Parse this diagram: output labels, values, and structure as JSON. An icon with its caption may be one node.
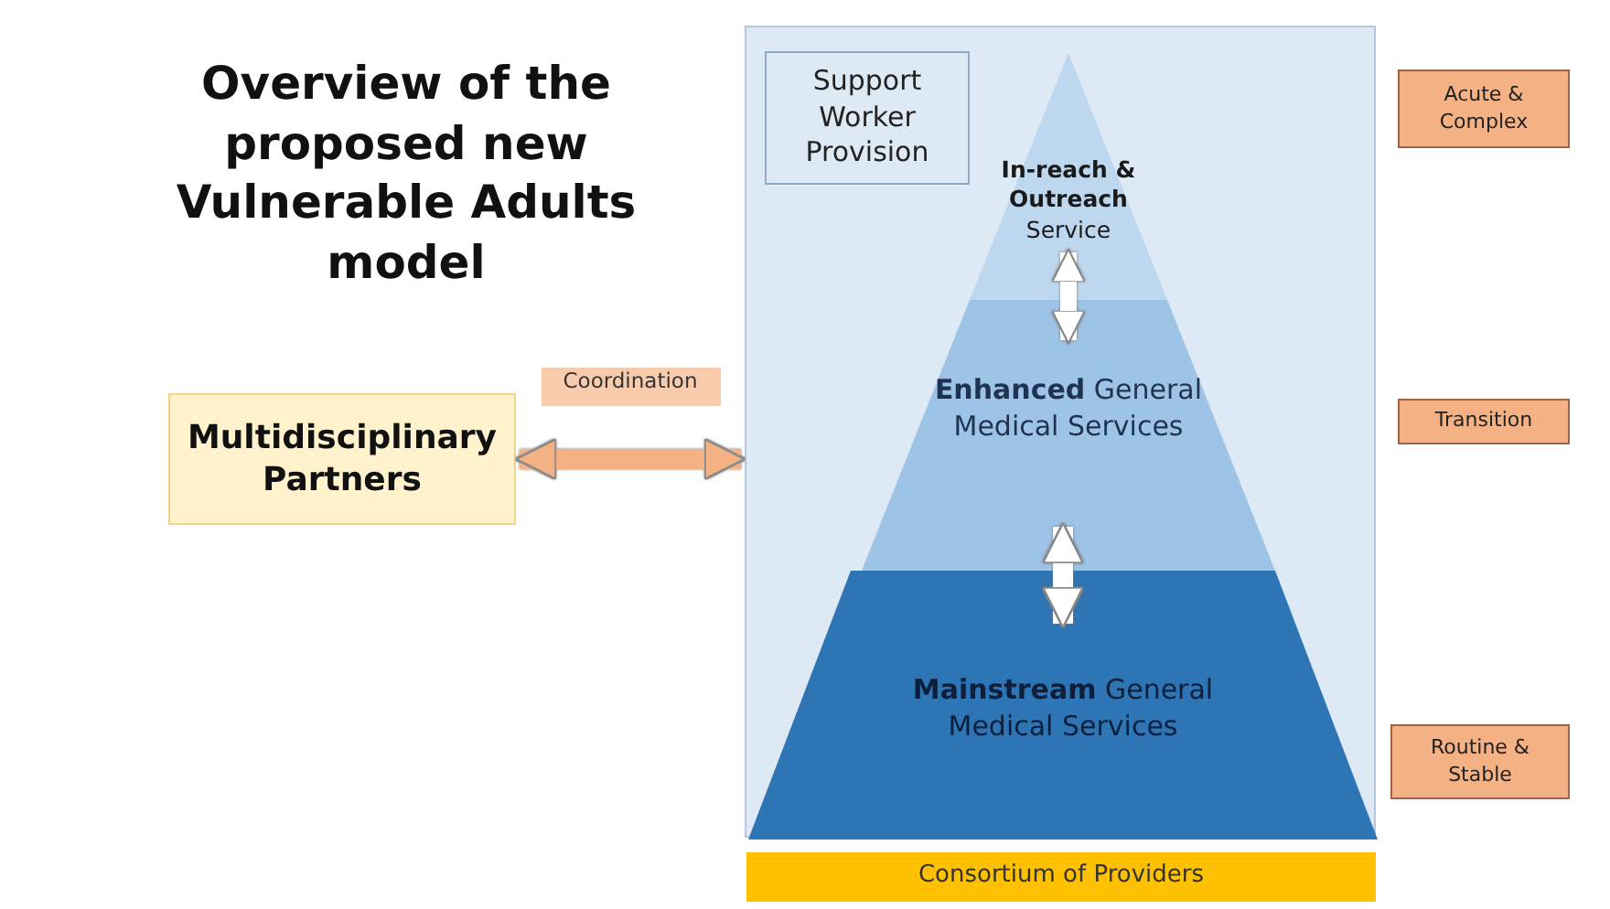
{
  "diagram": {
    "title": "Overview of the proposed new Vulnerable Adults model",
    "nodes": [
      {
        "text": [
          "Multidisciplinary Partners"
        ]
      },
      {
        "text": [],
        "shape": "box"
      },
      {
        "text": [
          "Support Worker Provision"
        ],
        "in": 1
      },
      {
        "text": [
          "**In-reach & Outreach** Service"
        ],
        "in": 1
      },
      {
        "text": [
          "**Enhanced** General Medical Services"
        ],
        "in": 1
      },
      {
        "text": [
          "**Mainstream** General Medical Services"
        ],
        "in": 1
      },
      {
        "text": [
          "Consortium of Providers"
        ]
      },
      {
        "text": [
          "Acute & Complex"
        ]
      },
      {
        "text": [
          "Transition"
        ]
      },
      {
        "text": [
          "Routine & Stable"
        ]
      }
    ],
    "edges": [
      {
        "from": 0,
        "to": 1,
        "arrow": "both",
        "label": "Coordination",
        "color": "#f4b183"
      },
      {
        "from": 3,
        "to": 4,
        "arrow": "both"
      },
      {
        "from": 4,
        "to": 5,
        "arrow": "both"
      }
    ]
  }
}
